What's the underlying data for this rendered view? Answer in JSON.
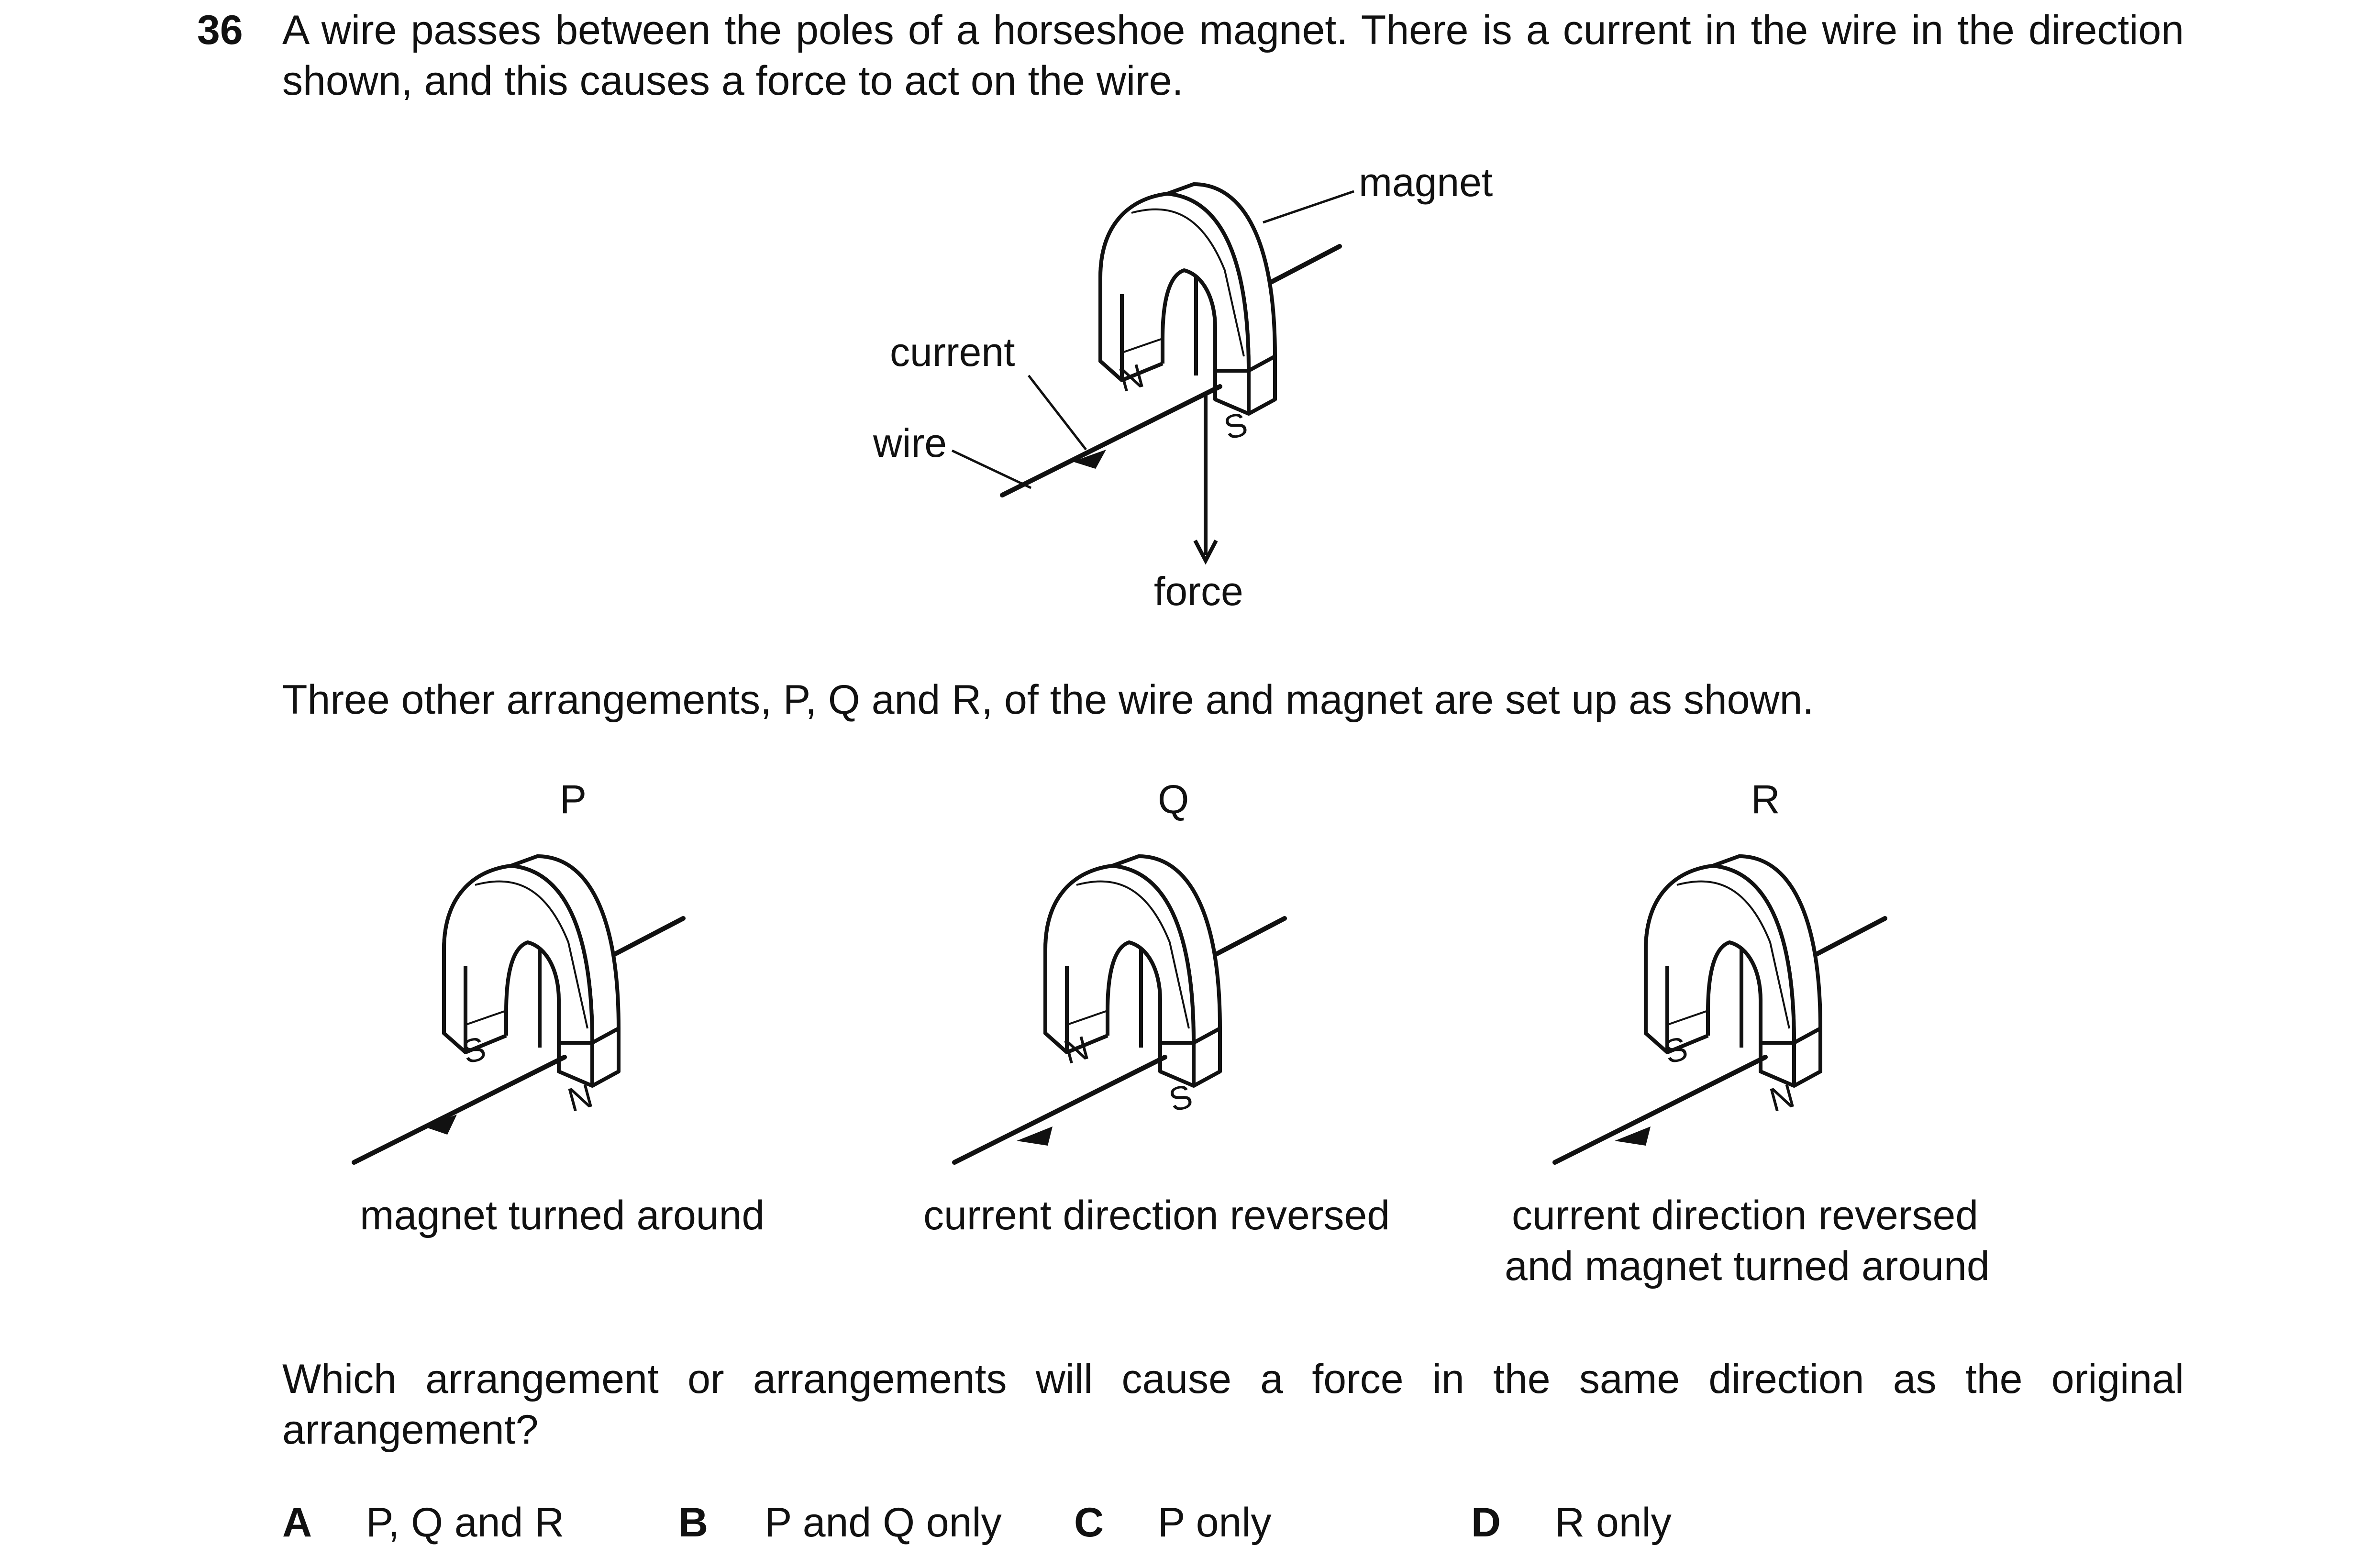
{
  "question": {
    "number": "36",
    "stem": "A wire passes between the poles of a horseshoe magnet. There is a current in the wire in the direction shown, and this causes a force to act on the wire."
  },
  "original_figure": {
    "labels": {
      "magnet": "magnet",
      "current": "current",
      "wire": "wire",
      "force": "force"
    },
    "left_pole": "N",
    "right_pole": "S"
  },
  "intro_text": "Three other arrangements, P, Q and R, of the wire and magnet are set up as shown.",
  "arrangements": [
    {
      "letter": "P",
      "left_pole": "S",
      "right_pole": "N",
      "caption_line1": "magnet turned around",
      "caption_line2": ""
    },
    {
      "letter": "Q",
      "left_pole": "N",
      "right_pole": "S",
      "caption_line1": "current direction reversed",
      "caption_line2": ""
    },
    {
      "letter": "R",
      "left_pole": "S",
      "right_pole": "N",
      "caption_line1": "current direction reversed",
      "caption_line2": "and magnet turned around"
    }
  ],
  "prompt": "Which arrangement or arrangements will cause a force in the same direction as the original arrangement?",
  "options": [
    {
      "letter": "A",
      "text": "P, Q and R"
    },
    {
      "letter": "B",
      "text": "P and Q only"
    },
    {
      "letter": "C",
      "text": "P only"
    },
    {
      "letter": "D",
      "text": "R only"
    }
  ]
}
